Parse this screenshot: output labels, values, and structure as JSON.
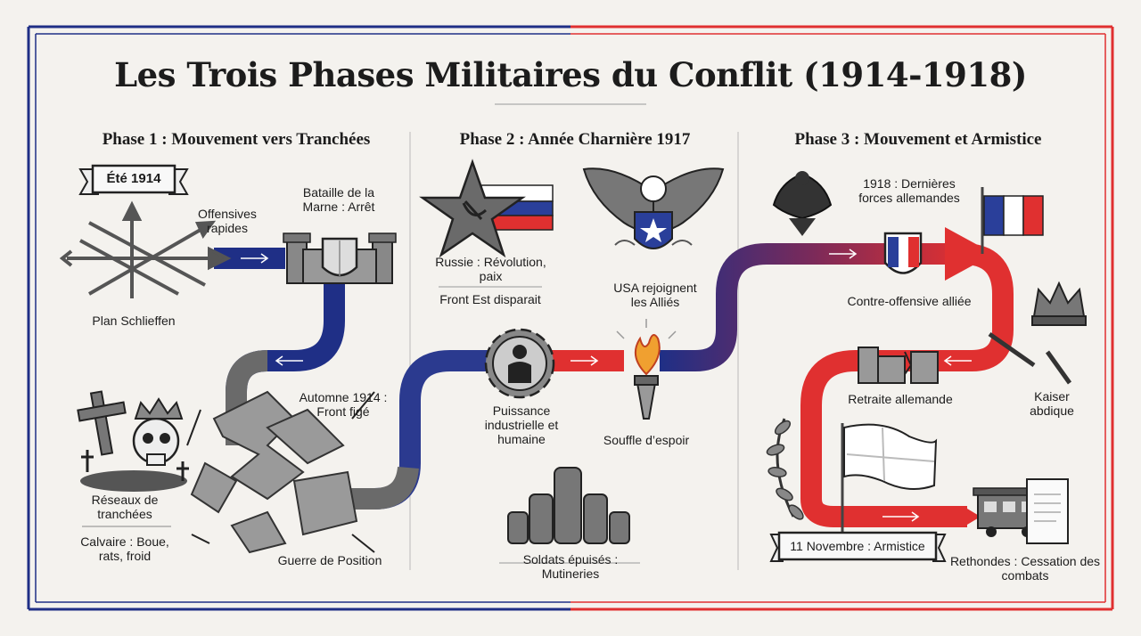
{
  "title": "Les Trois Phases Militaires du Conflit (1914-1918)",
  "colors": {
    "blue": "#1f2f86",
    "red": "#e03030",
    "grey": "#6a6a6a",
    "bg": "#f4f2ee"
  },
  "phases": [
    {
      "heading": "Phase 1 : Mouvement vers Tranchées"
    },
    {
      "heading": "Phase 2 : Année Charnière 1917"
    },
    {
      "heading": "Phase 3 : Mouvement et Armistice"
    }
  ],
  "phase1": {
    "banner": "Été 1914",
    "offensives": "Offensives rapides",
    "plan": "Plan Schlieffen",
    "marne": "Bataille de la Marne : Arrêt",
    "automne": "Automne 1914 : Front figé",
    "reseaux": "Réseaux de tranchées",
    "calvaire": "Calvaire : Boue, rats, froid",
    "guerre": "Guerre de Position"
  },
  "phase2": {
    "russie": "Russie : Révolution, paix",
    "front_est": "Front Est disparait",
    "usa": "USA rejoignent les Alliés",
    "puissance": "Puissance industrielle et humaine",
    "souffle": "Souffle d’espoir",
    "soldats": "Soldats épuisés : Mutineries"
  },
  "phase3": {
    "dernieres": "1918 : Dernières forces allemandes",
    "contre": "Contre-offensive alliée",
    "retraite": "Retraite allemande",
    "kaiser": "Kaiser abdique",
    "armistice": "11 Novembre : Armistice",
    "rethondes": "Rethondes : Cessation des combats"
  }
}
